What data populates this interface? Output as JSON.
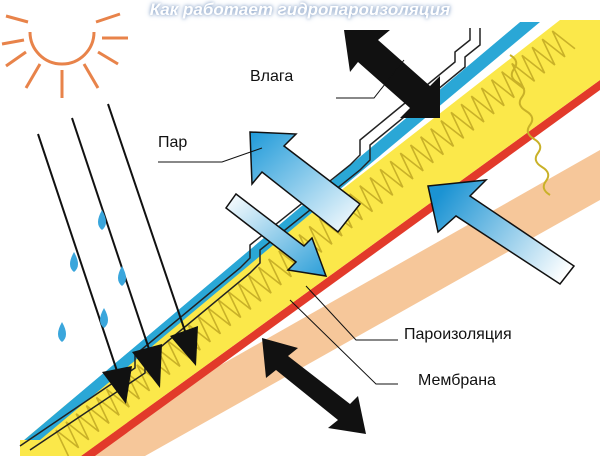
{
  "title": "Как работает гидропароизоляция",
  "labels": {
    "moisture": "Влага",
    "steam": "Пар",
    "vapor_barrier": "Пароизоляция",
    "membrane": "Мембрана"
  },
  "colors": {
    "sun": "#e8834a",
    "insulation": "#fbe84a",
    "insulation_wave": "#c9b128",
    "blue_layer": "#2aa7d6",
    "red_layer": "#e23a2a",
    "orange_layer": "#f6c79a",
    "arrow_black": "#111111",
    "steam_arrow_top": "#2aa0dc",
    "steam_arrow_bottom": "#ffffff",
    "drop": "#3aa6dc"
  },
  "icons": [
    "sun-icon",
    "water-drop-icon",
    "rain-arrow-icon",
    "steam-arrow-icon",
    "moisture-arrow-icon"
  ]
}
